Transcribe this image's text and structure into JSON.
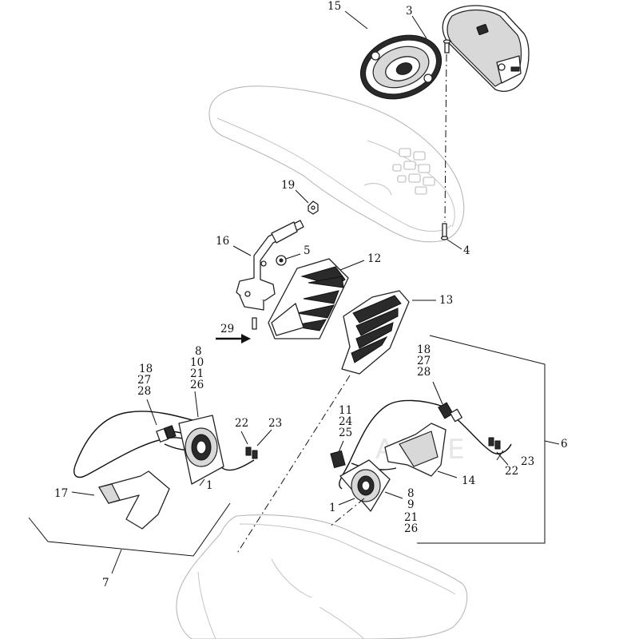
{
  "callouts": [
    {
      "id": "c15",
      "text": "15"
    },
    {
      "id": "c3",
      "text": "3"
    },
    {
      "id": "c4",
      "text": "4"
    },
    {
      "id": "c19",
      "text": "19"
    },
    {
      "id": "c16",
      "text": "16"
    },
    {
      "id": "c5",
      "text": "5"
    },
    {
      "id": "c12",
      "text": "12"
    },
    {
      "id": "c13",
      "text": "13"
    },
    {
      "id": "c29",
      "text": "29"
    },
    {
      "id": "c8a",
      "text": "8"
    },
    {
      "id": "c10",
      "text": "10"
    },
    {
      "id": "c21a",
      "text": "21"
    },
    {
      "id": "c26a",
      "text": "26"
    },
    {
      "id": "c18a",
      "text": "18"
    },
    {
      "id": "c27a",
      "text": "27"
    },
    {
      "id": "c28a",
      "text": "28"
    },
    {
      "id": "c22a",
      "text": "22"
    },
    {
      "id": "c23a",
      "text": "23"
    },
    {
      "id": "c1a",
      "text": "1"
    },
    {
      "id": "c17",
      "text": "17"
    },
    {
      "id": "c7",
      "text": "7"
    },
    {
      "id": "c18b",
      "text": "18"
    },
    {
      "id": "c27b",
      "text": "27"
    },
    {
      "id": "c28b",
      "text": "28"
    },
    {
      "id": "c11",
      "text": "11"
    },
    {
      "id": "c24",
      "text": "24"
    },
    {
      "id": "c25",
      "text": "25"
    },
    {
      "id": "c6",
      "text": "6"
    },
    {
      "id": "c23b",
      "text": "23"
    },
    {
      "id": "c22b",
      "text": "22"
    },
    {
      "id": "c14",
      "text": "14"
    },
    {
      "id": "c8b",
      "text": "8"
    },
    {
      "id": "c9",
      "text": "9"
    },
    {
      "id": "c1b",
      "text": "1"
    },
    {
      "id": "c21b",
      "text": "21"
    },
    {
      "id": "c26b",
      "text": "26"
    }
  ],
  "watermark": "ADVE"
}
